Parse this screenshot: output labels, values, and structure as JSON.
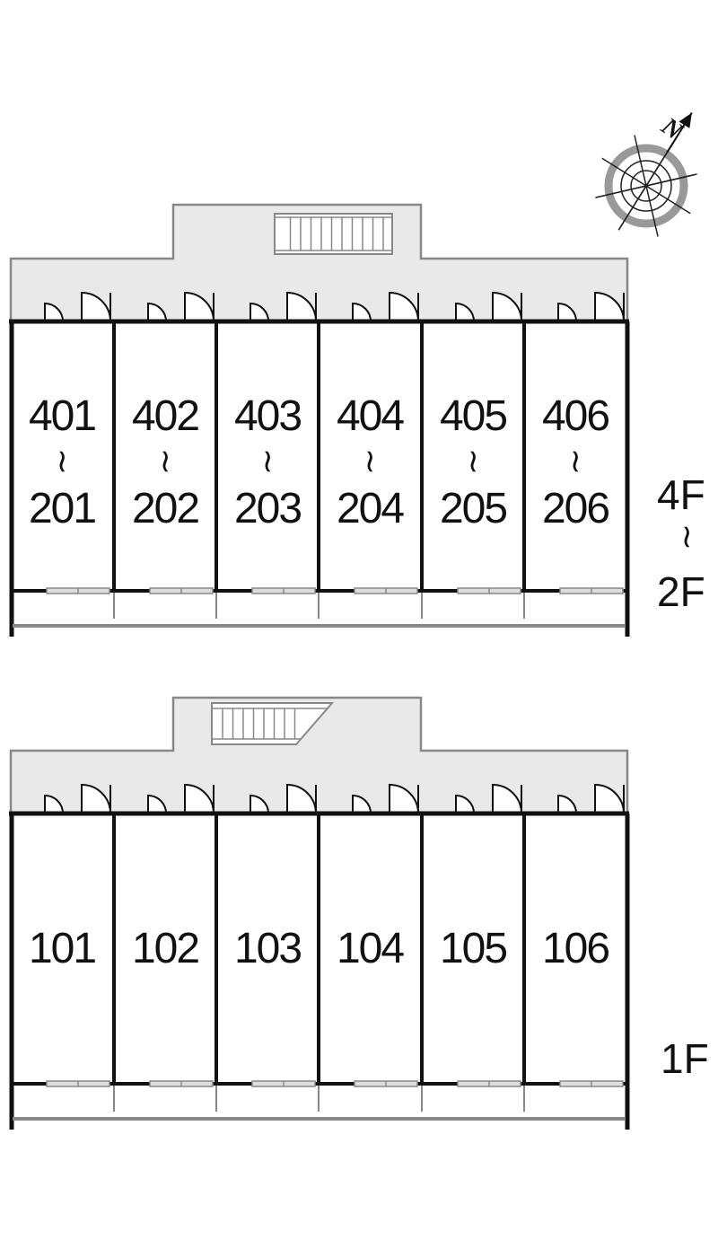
{
  "upper_block": {
    "units": [
      {
        "top": "401",
        "bottom": "201"
      },
      {
        "top": "402",
        "bottom": "202"
      },
      {
        "top": "403",
        "bottom": "203"
      },
      {
        "top": "404",
        "bottom": "204"
      },
      {
        "top": "405",
        "bottom": "205"
      },
      {
        "top": "406",
        "bottom": "206"
      }
    ],
    "range_mark": "~",
    "floor_top": "4F",
    "floor_bottom": "2F"
  },
  "lower_block": {
    "units": [
      "101",
      "102",
      "103",
      "104",
      "105",
      "106"
    ],
    "floor": "1F"
  },
  "compass": {
    "label": "N"
  },
  "colors": {
    "corridor_fill": "#e9e9e9",
    "wall": "#111111",
    "line_gray": "#888888",
    "compass_ring": "#999999"
  }
}
